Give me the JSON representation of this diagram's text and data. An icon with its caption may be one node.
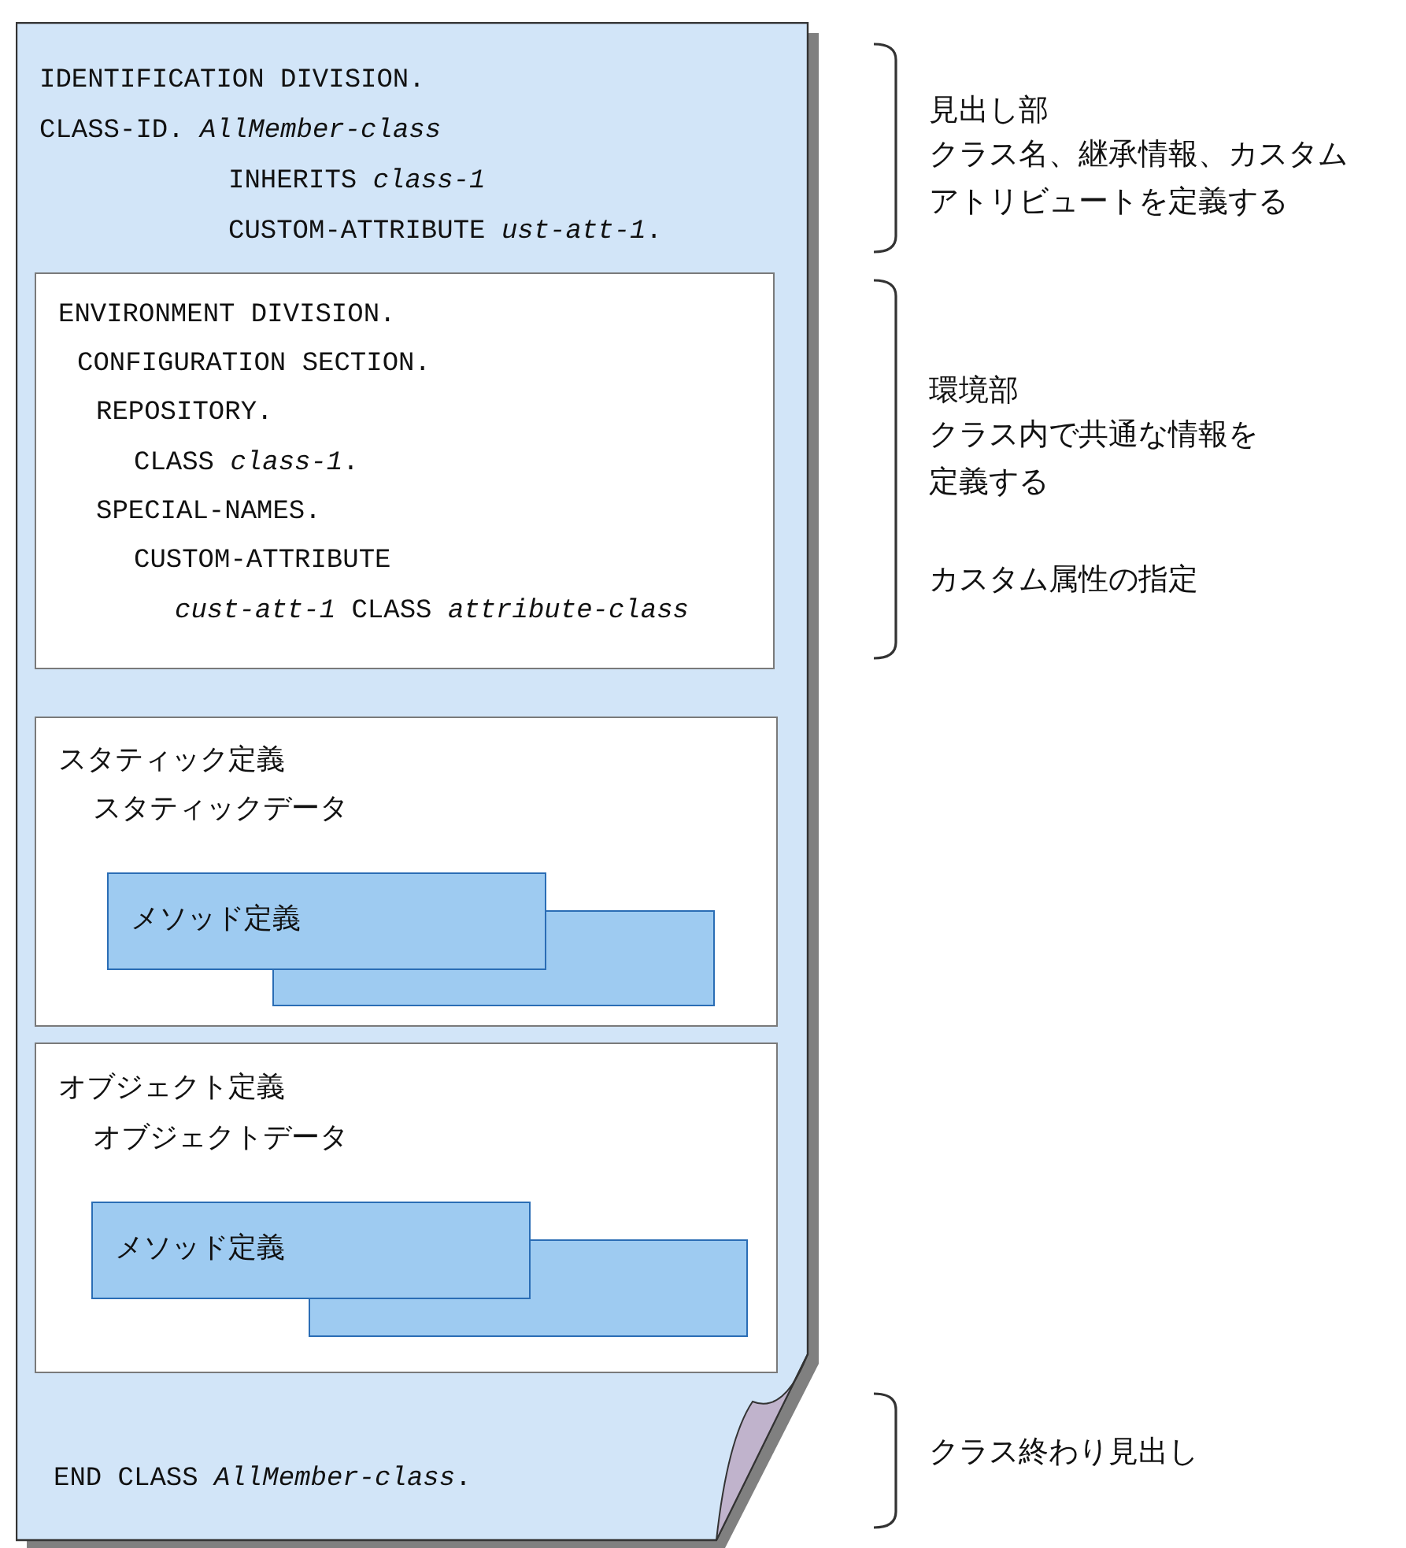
{
  "diagram": {
    "nodes": [
      {
        "text": [
          "IDENTIFICATION DIVISION.",
          "CLASS-ID. *AllMember-class*",
          "INHERITS *class-1*",
          "CUSTOM-ATTRIBUTE *ust-att-1*.",
          "END CLASS *AllMember-class*."
        ]
      },
      {
        "text": [
          "ENVIRONMENT DIVISION.",
          "CONFIGURATION SECTION.",
          "REPOSITORY.",
          "CLASS *class-1*.",
          "SPECIAL-NAMES.",
          "CUSTOM-ATTRIBUTE",
          "*cust-att-1* CLASS *attribute-class*"
        ],
        "in": 0
      },
      {
        "text": [
          "スタティック定義",
          "スタティックデータ"
        ],
        "in": 0
      },
      {
        "text": [
          "メソッド定義"
        ],
        "in": 2
      },
      {
        "text": [],
        "shape": "box",
        "in": 2
      },
      {
        "text": [
          "オブジェクト定義",
          "オブジェクトデータ"
        ],
        "in": 0
      },
      {
        "text": [
          "メソッド定義"
        ],
        "in": 5
      },
      {
        "text": [],
        "shape": "box",
        "in": 5
      }
    ],
    "labels": [
      "見出し部",
      "クラス名、継承情報、カスタムアトリビュートを定義する",
      "環境部",
      "クラス内で共通な情報を定義する",
      "カスタム属性の指定",
      "クラス終わり見出し"
    ]
  }
}
